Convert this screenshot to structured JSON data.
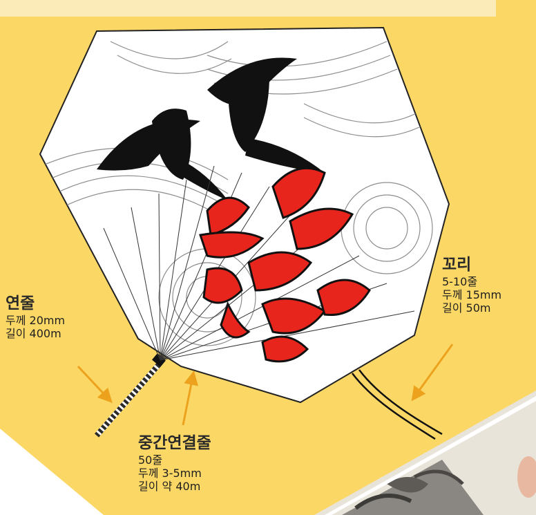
{
  "colors": {
    "background": "#FBD766",
    "top_box": "#FBEBB8",
    "arrow": "#EDA21E",
    "kite_red": "#E8251C",
    "kite_paper": "#FFFFFF",
    "ink": "#111111"
  },
  "labels": {
    "main_line": {
      "title": "연줄",
      "lines": [
        "두께 20mm",
        "길이 400m"
      ]
    },
    "bridle": {
      "title": "중간연결줄",
      "lines": [
        "50줄",
        "두께 3-5mm",
        "길이 약 40m"
      ]
    },
    "tail": {
      "title": "꼬리",
      "lines": [
        "5-10줄",
        "두께 15mm",
        "길이 50m"
      ]
    }
  },
  "images": {
    "kite": "kite-illustration",
    "photo": "photo-inset"
  }
}
